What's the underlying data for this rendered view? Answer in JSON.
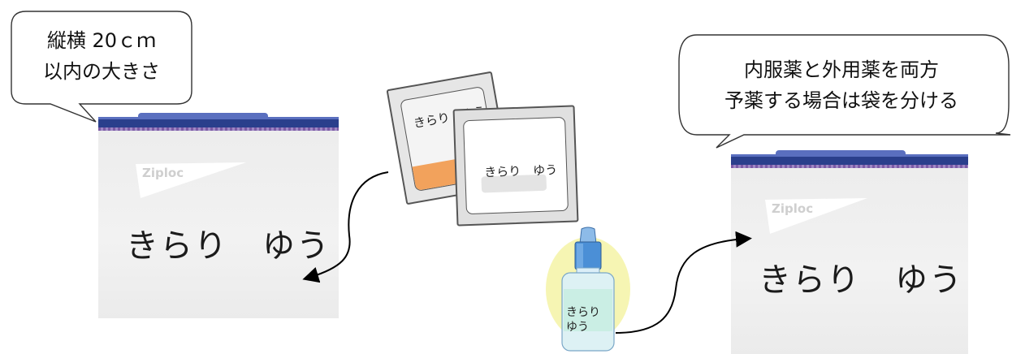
{
  "left_bubble": {
    "line1": "縦横 20ｃｍ",
    "line2": "以内の大きさ"
  },
  "right_bubble": {
    "line1": "内服薬と外用薬を両方",
    "line2": "予薬する場合は袋を分ける"
  },
  "left_bag": {
    "name": "きらり　ゆう",
    "logo": "Ziploc"
  },
  "right_bag": {
    "name": "きらり　ゆう",
    "logo": "Ziploc"
  },
  "packet_back": {
    "label": "きらり　ゆう"
  },
  "packet_front": {
    "label": "きらり　ゆう"
  },
  "bottle": {
    "label_line1": "きらり",
    "label_line2": "ゆう"
  },
  "colors": {
    "zipper": "#2a3f8c",
    "bag": "#ececec",
    "powder": "#f2a25c",
    "bottle_cap": "#4b8fd6",
    "bottle_glow": "#f4f3a6"
  }
}
